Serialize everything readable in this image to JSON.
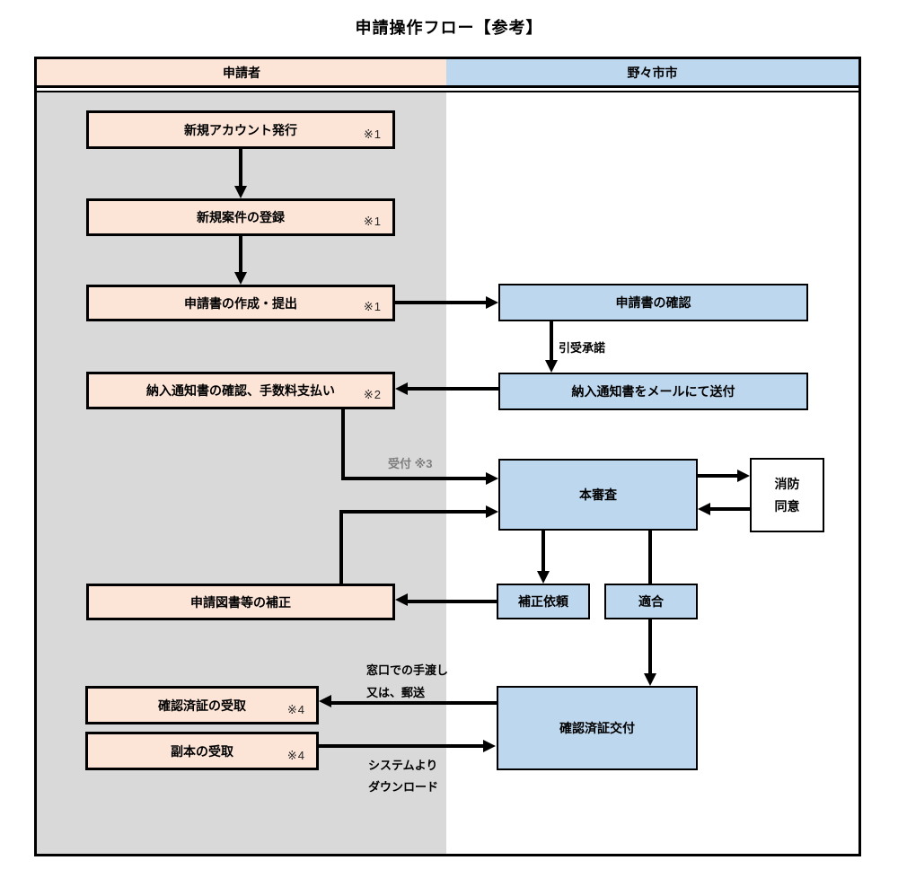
{
  "title": "申請操作フロー【参考】",
  "columns": {
    "applicant": "申請者",
    "city": "野々市市"
  },
  "applicant_boxes": {
    "account": {
      "label": "新規アカウント発行",
      "note": "※1"
    },
    "case": {
      "label": "新規案件の登録",
      "note": "※1"
    },
    "create": {
      "label": "申請書の作成・提出",
      "note": "※1"
    },
    "payment": {
      "label": "納入通知書の確認、手数料支払い",
      "note": "※2"
    },
    "correction": {
      "label": "申請図書等の補正",
      "note": ""
    },
    "receive_cert": {
      "label": "確認済証の受取",
      "note": "※4"
    },
    "receive_copy": {
      "label": "副本の受取",
      "note": "※4"
    }
  },
  "city_boxes": {
    "check": "申請書の確認",
    "send_notice": "納入通知書をメールにて送付",
    "examination": "本審査",
    "correction_request": "補正依頼",
    "conformity": "適合",
    "issue_cert": "確認済証交付",
    "fire_consent_line1": "消防",
    "fire_consent_line2": "同意"
  },
  "labels": {
    "acceptance": "引受承諾",
    "reception": "受付 ※3",
    "handover_line1": "窓口での手渡し",
    "handover_line2": "又は、郵送",
    "download_line1": "システムより",
    "download_line2": "ダウンロード"
  },
  "colors": {
    "applicant_fill": "#FCE4D6",
    "city_fill": "#BDD7EE",
    "lane_gray": "#D9D9D9",
    "fire_consent_fill": "#FFFFFF",
    "border_black": "#000000",
    "reception_label_gray": "#7F7F7F"
  }
}
